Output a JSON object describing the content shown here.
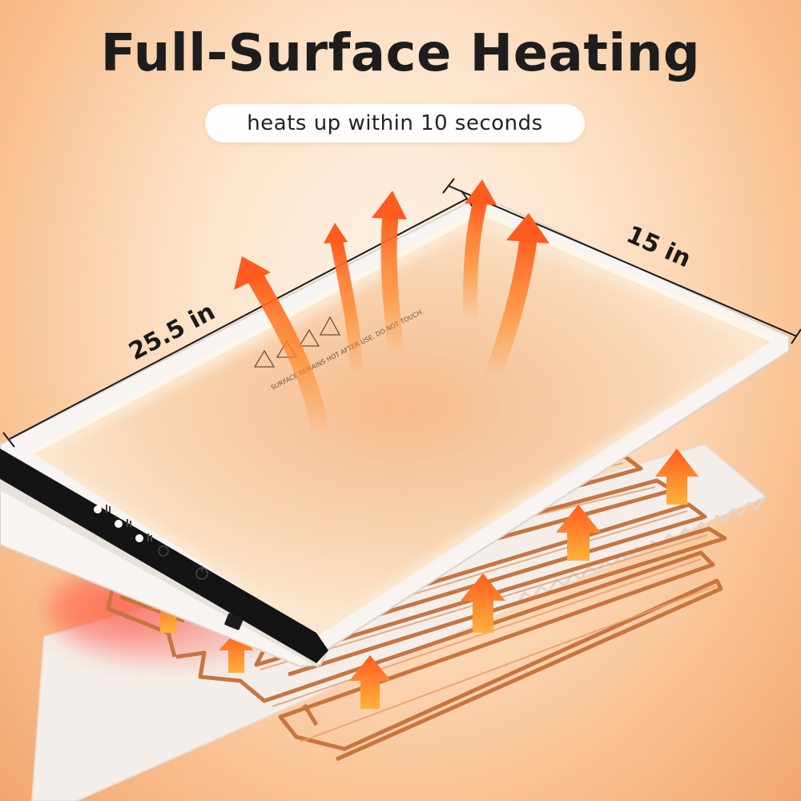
{
  "headline": "Full-Surface Heating",
  "subhead": "heats up within 10 seconds",
  "dimensions": {
    "length": "25.5 in",
    "width": "15 in"
  },
  "warning_text": "SURFACE REMAINS HOT AFTER USE. DO NOT TOUCH.",
  "colors": {
    "accent": "#f47a2a",
    "heat_glow": "#ff6a3d",
    "copper": "#c9743e",
    "text": "#1d1d1d"
  },
  "controls": [
    {
      "name": "level-low-indicator",
      "icon": "bars-low-icon"
    },
    {
      "name": "level-mid-indicator",
      "icon": "bars-mid-icon"
    },
    {
      "name": "level-high-indicator",
      "icon": "bars-high-icon"
    },
    {
      "name": "timer-button",
      "icon": "timer-icon"
    },
    {
      "name": "power-button",
      "icon": "power-icon"
    }
  ]
}
